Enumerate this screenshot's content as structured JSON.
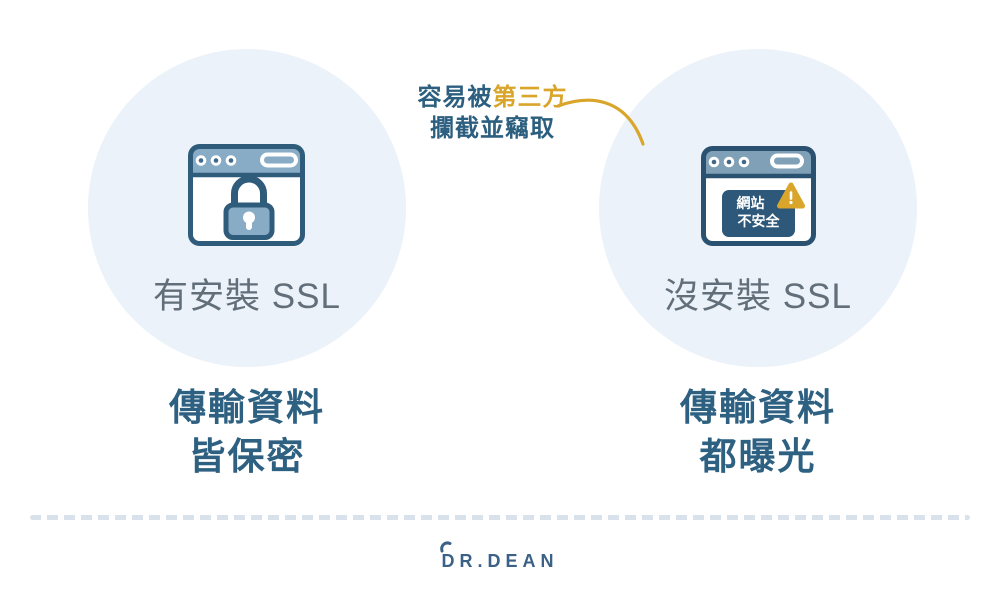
{
  "note": {
    "line1_prefix": "容易被",
    "line1_highlight": "第三方",
    "line2": "攔截並竊取",
    "arrow_icon": "curved-arrow-icon"
  },
  "secure": {
    "icon": "secure-browser-padlock-icon",
    "caption": "有安裝 SSL",
    "result_line1": "傳輸資料",
    "result_line2": "皆保密"
  },
  "insecure": {
    "icon": "insecure-browser-warning-icon",
    "warning_icon": "alert-triangle-icon",
    "warning_badge_line1": "網站",
    "warning_badge_line2": "不安全",
    "caption": "沒安裝 SSL",
    "result_line1": "傳輸資料",
    "result_line2": "都曝光"
  },
  "brand": {
    "name": "DR.DEAN",
    "logo_icon": "stethoscope-accent-icon"
  },
  "colors": {
    "highlight_gold": "#D9A52A",
    "outline_navy": "#2F5C7B",
    "steel_blue_fill": "#88ABC6",
    "right_bar_fill": "#7FA0B6",
    "warning_box_navy": "#2E587A",
    "headline_teal": "#2E6181",
    "caption_gray": "#626E79",
    "circle_bg": "#EBF2F9",
    "divider_gray": "#D9E2EA",
    "brand_blue": "#3B6186"
  }
}
